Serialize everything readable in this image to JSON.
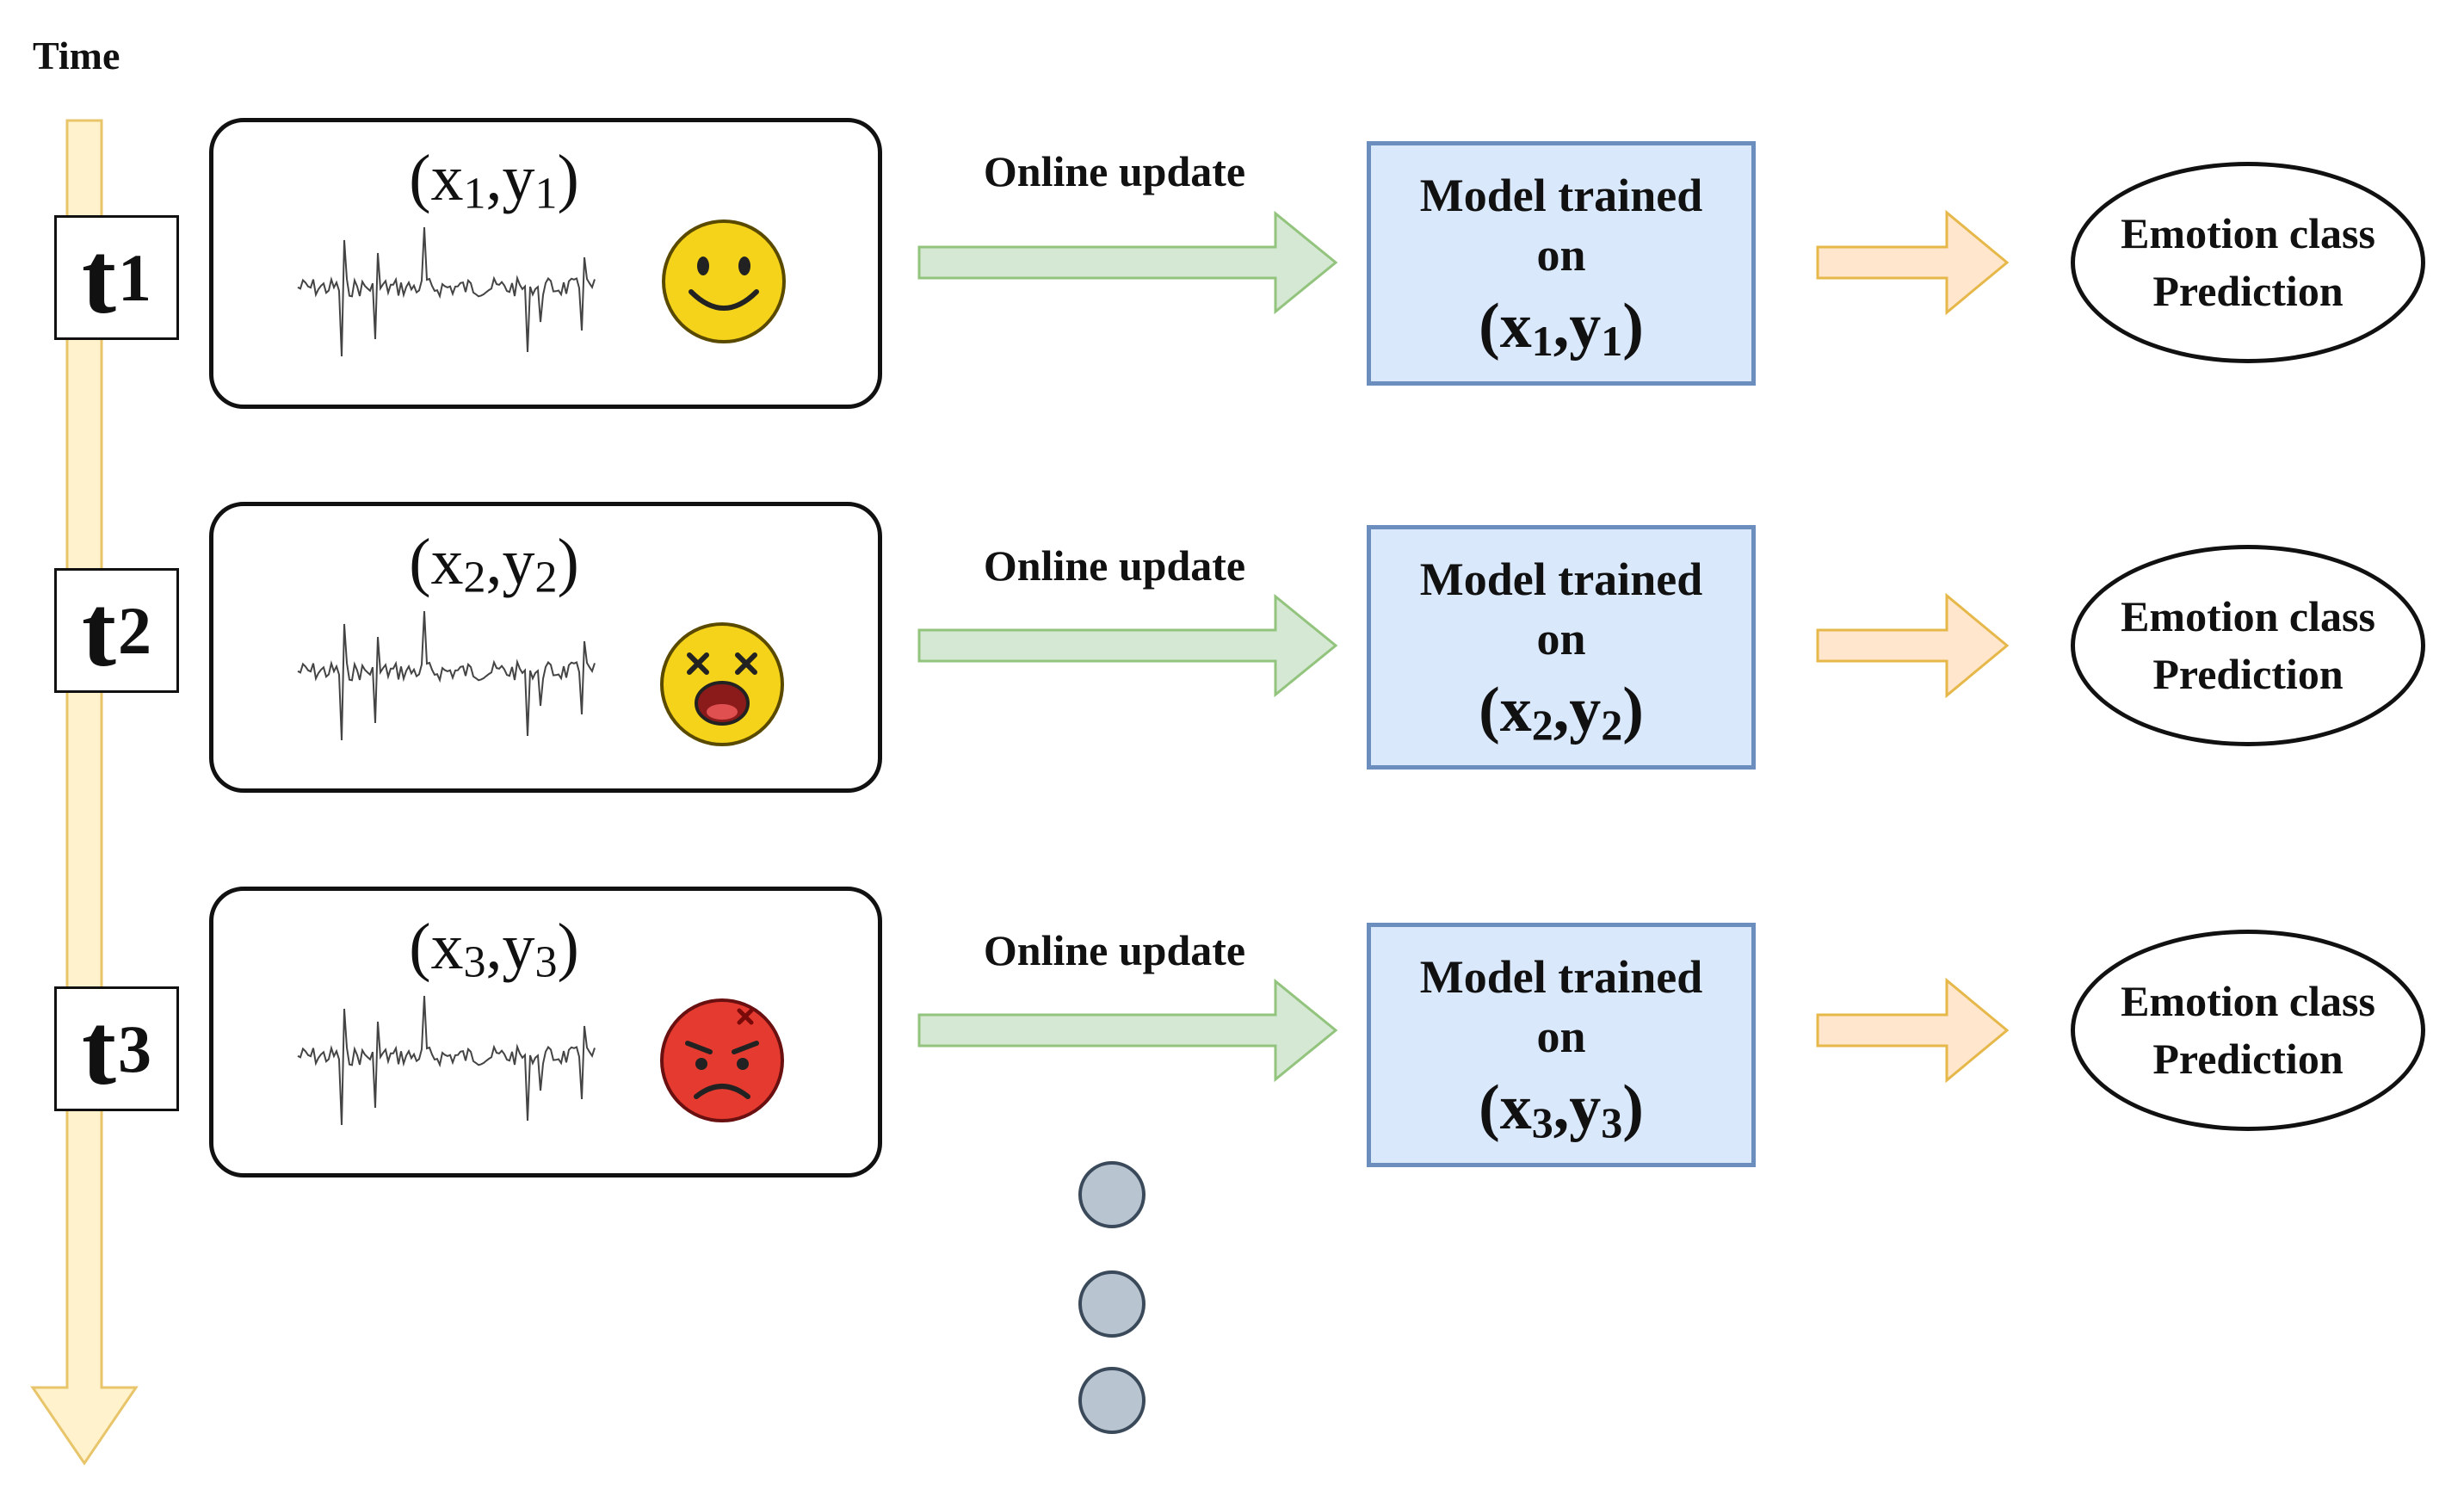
{
  "time_label": "Time",
  "steps": [
    {
      "t": "t",
      "t_sub": "1",
      "x": "x",
      "x_sub": "1",
      "y": "y",
      "y_sub": "1",
      "emotion_icon": "happy-face-icon",
      "emotion_color": "#f5d31a"
    },
    {
      "t": "t",
      "t_sub": "2",
      "x": "x",
      "x_sub": "2",
      "y": "y",
      "y_sub": "2",
      "emotion_icon": "shocked-face-icon",
      "emotion_color": "#f5d31a"
    },
    {
      "t": "t",
      "t_sub": "3",
      "x": "x",
      "x_sub": "3",
      "y": "y",
      "y_sub": "3",
      "emotion_icon": "angry-face-icon",
      "emotion_color": "#e53a2f"
    }
  ],
  "online_update_label": "Online update",
  "model": {
    "line1": "Model trained",
    "line2": "on"
  },
  "prediction": {
    "line1": "Emotion class",
    "line2": "Prediction"
  },
  "colors": {
    "time_arrow_fill": "#fff2cc",
    "time_arrow_stroke": "#e8c56a",
    "online_arrow_fill": "#d5e8d4",
    "online_arrow_stroke": "#93c47d",
    "pred_arrow_fill": "#ffe6cc",
    "pred_arrow_stroke": "#e6b84a",
    "model_fill": "#dae8fc",
    "model_stroke": "#6c8ebf",
    "dots_fill": "#b8c4d0",
    "dots_stroke": "#3b4a5a"
  },
  "continuation_icon": "vertical-ellipsis-dots-icon"
}
